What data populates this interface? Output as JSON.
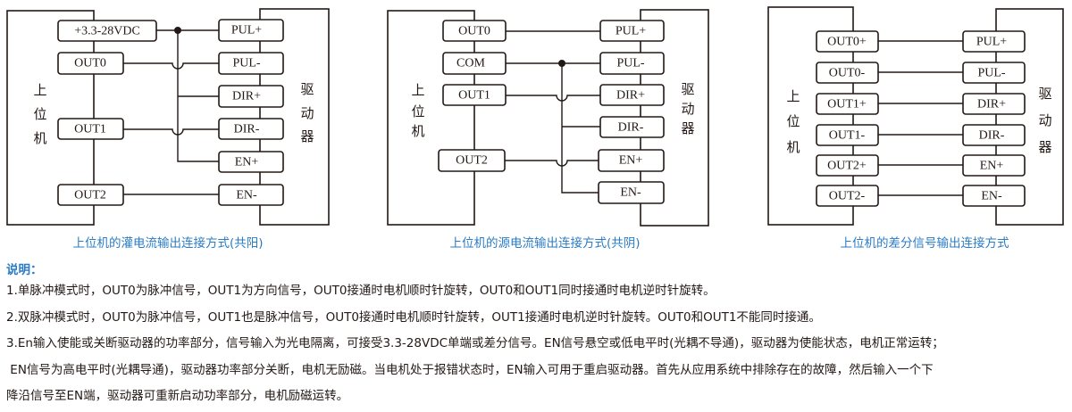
{
  "diagrams": [
    {
      "caption": "上位机的灌电流输出连接方式(共阳)",
      "left_label": [
        "上",
        "位",
        "机"
      ],
      "right_label": [
        "驱",
        "动",
        "器"
      ],
      "left_terminals": [
        "+3.3-28VDC",
        "OUT0",
        "OUT1",
        "OUT2"
      ],
      "right_terminals": [
        "PUL+",
        "PUL-",
        "DIR+",
        "DIR-",
        "EN+",
        "EN-"
      ]
    },
    {
      "caption": "上位机的源电流输出连接方式(共阴)",
      "left_label": [
        "上",
        "位",
        "机"
      ],
      "right_label": [
        "驱",
        "动",
        "器"
      ],
      "left_terminals": [
        "OUT0",
        "COM",
        "OUT1",
        "OUT2"
      ],
      "right_terminals": [
        "PUL+",
        "PUL-",
        "DIR+",
        "DIR-",
        "EN+",
        "EN-"
      ]
    },
    {
      "caption": "上位机的差分信号输出连接方式",
      "left_label": [
        "上",
        "位",
        "机"
      ],
      "right_label": [
        "驱",
        "动",
        "器"
      ],
      "left_terminals": [
        "OUT0+",
        "OUT0-",
        "OUT1+",
        "OUT1-",
        "OUT2+",
        "OUT2-"
      ],
      "right_terminals": [
        "PUL+",
        "PUL-",
        "DIR+",
        "DIR-",
        "EN+",
        "EN-"
      ]
    }
  ],
  "notes": {
    "heading": "说明：",
    "lines": [
      "1.单脉冲模式时，OUT0为脉冲信号，OUT1为方向信号，OUT0接通时电机顺时针旋转，OUT0和OUT1同时接通时电机逆时针旋转。",
      "2.双脉冲模式时，OUT0为脉冲信号，OUT1也是脉冲信号，OUT0接通时电机顺时针旋转，OUT1接通时电机逆时针旋转。OUT0和OUT1不能同时接通。",
      "3.En输入使能或关断驱动器的功率部分，信号输入为光电隔离，可接受3.3-28VDC单端或差分信号。EN信号悬空或低电平时(光耦不导通)，驱动器为使能状态，电机正常运转；",
      " EN信号为高电平时(光耦导通)，驱动器功率部分关断，电机无励磁。当电机处于报错状态时，EN输入可用于重启驱动器。首先从应用系统中排除存在的故障，然后输入一个下",
      "降沿信号至EN端，驱动器可重新启动功率部分，电机励磁运转。"
    ]
  },
  "colors": {
    "line": "#231815",
    "caption": "#2a7bc4"
  }
}
